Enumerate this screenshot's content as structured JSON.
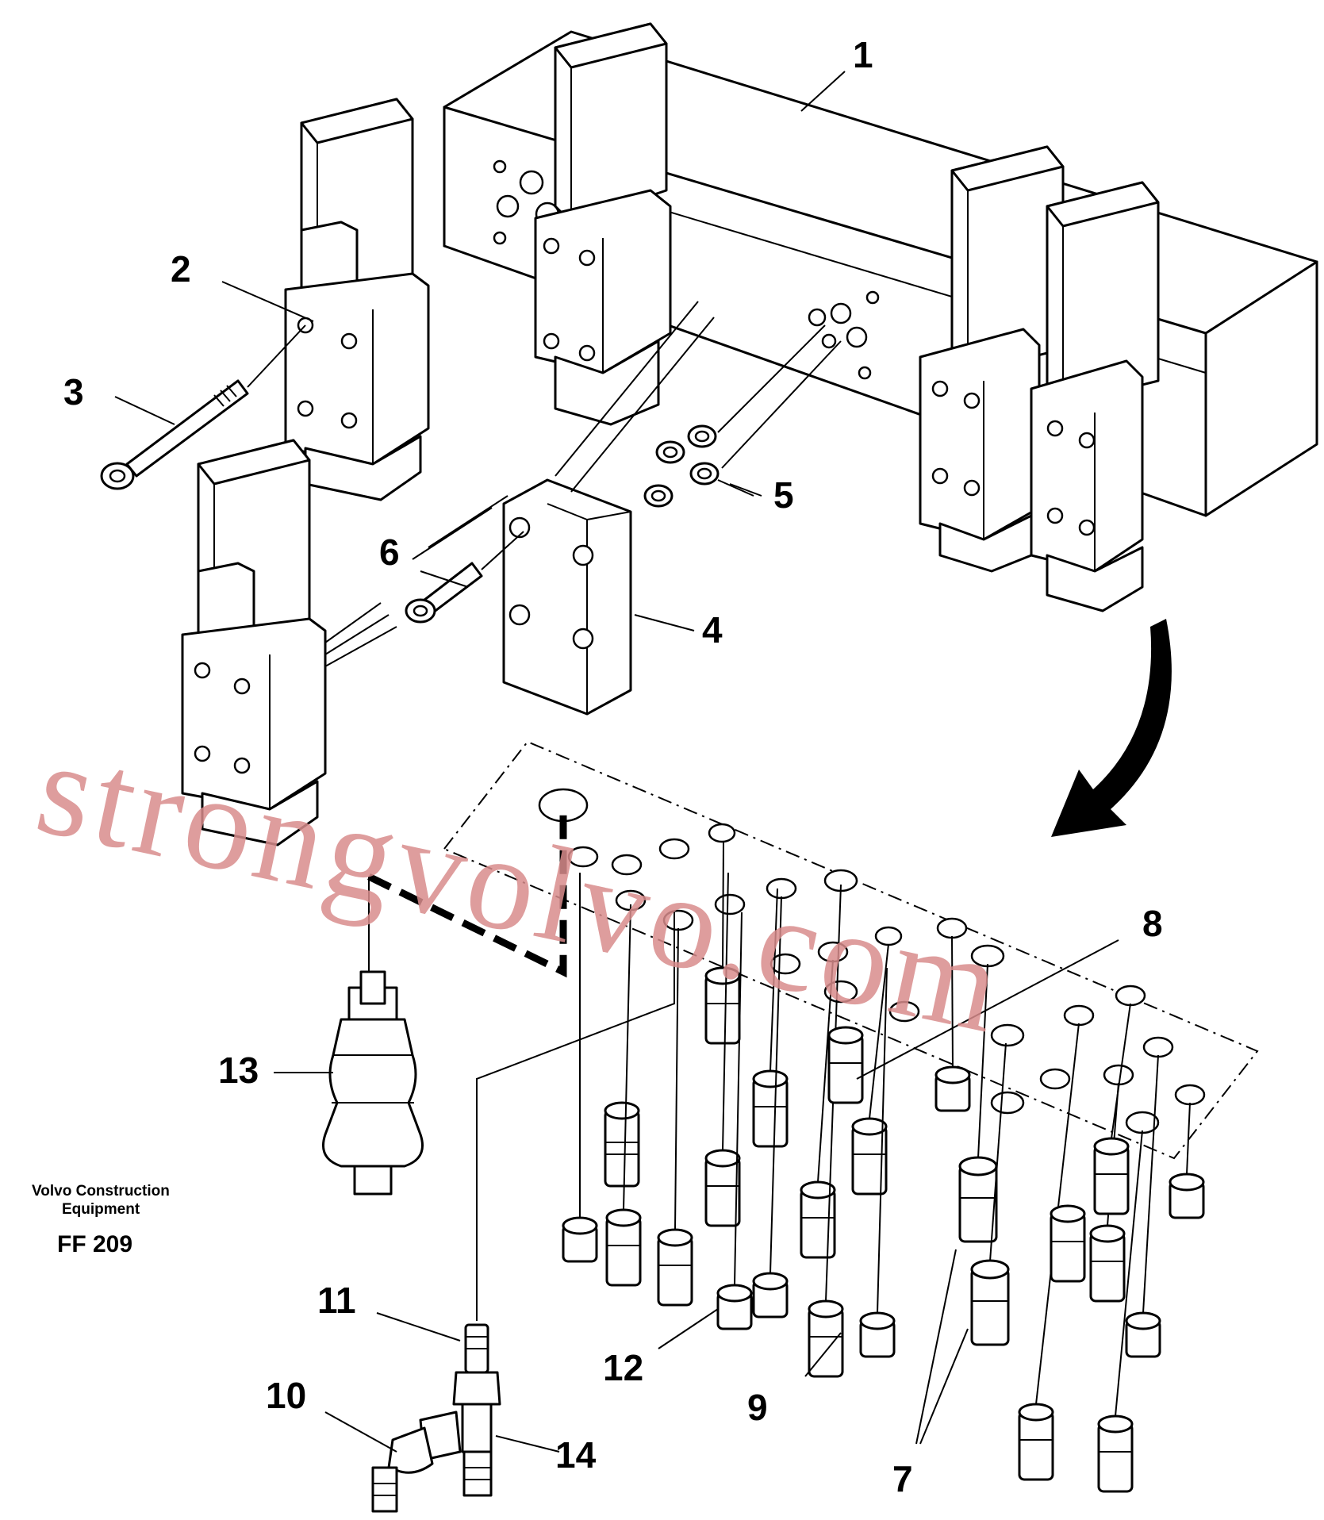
{
  "watermark": "strongvolvo.com",
  "brand": {
    "line1": "Volvo Construction",
    "line2": "Equipment"
  },
  "figure_code": "FF 209",
  "callouts": [
    "1",
    "2",
    "3",
    "4",
    "5",
    "6",
    "7",
    "8",
    "9",
    "10",
    "11",
    "12",
    "13",
    "14"
  ]
}
